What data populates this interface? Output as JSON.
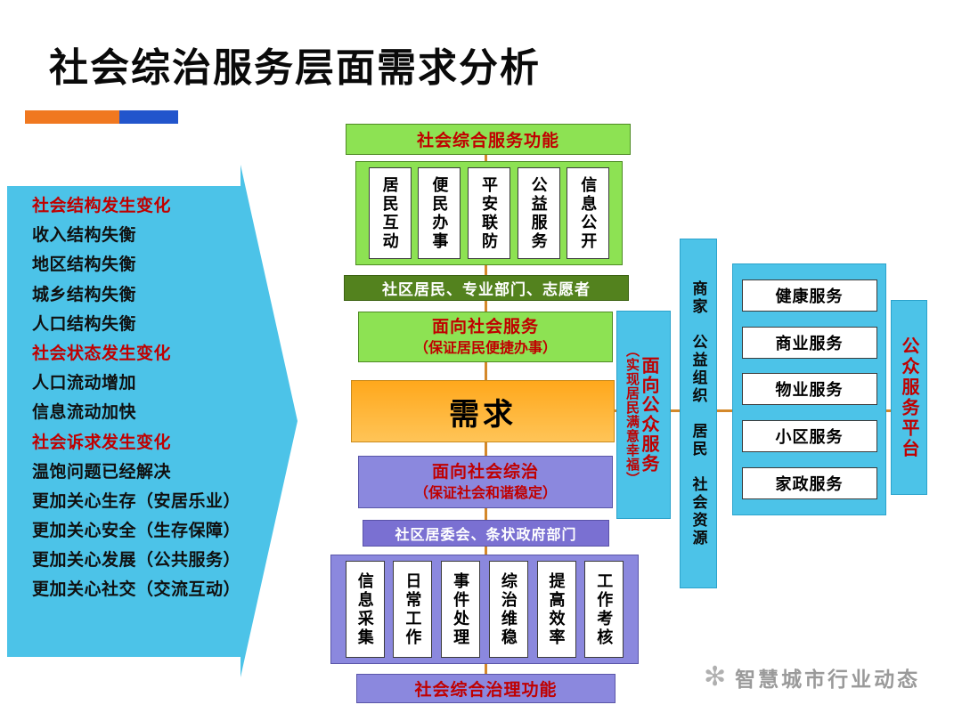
{
  "page": {
    "title": "社会综治服务层面需求分析",
    "watermark": "智慧城市行业动态"
  },
  "colors": {
    "cyan": "#4CC3E8",
    "green": "#8DE253",
    "olive_green": "#53821E",
    "orange": "#FFB02A",
    "purple": "#8B88DE",
    "purple_dark": "#7A70D2",
    "accent_red": "#C00000",
    "connector_line": "#D4882A",
    "accent_bar_orange": "#F07820",
    "accent_bar_blue": "#2255CC"
  },
  "left_panel": {
    "items": [
      {
        "text": "社会结构发生变化",
        "emphasis": true
      },
      {
        "text": "收入结构失衡",
        "emphasis": false
      },
      {
        "text": "地区结构失衡",
        "emphasis": false
      },
      {
        "text": "城乡结构失衡",
        "emphasis": false
      },
      {
        "text": "人口结构失衡",
        "emphasis": false
      },
      {
        "text": "社会状态发生变化",
        "emphasis": true
      },
      {
        "text": "人口流动增加",
        "emphasis": false
      },
      {
        "text": "信息流动加快",
        "emphasis": false
      },
      {
        "text": "社会诉求发生变化",
        "emphasis": true
      },
      {
        "text": "温饱问题已经解决",
        "emphasis": false
      },
      {
        "text": "更加关心生存（安居乐业）",
        "emphasis": false
      },
      {
        "text": "更加关心安全（生存保障）",
        "emphasis": false
      },
      {
        "text": "更加关心发展（公共服务）",
        "emphasis": false
      },
      {
        "text": "更加关心社交（交流互动）",
        "emphasis": false
      }
    ]
  },
  "center": {
    "top_header": "社会综合服务功能",
    "top_columns": [
      "居民互动",
      "便民办事",
      "平安联防",
      "公益服务",
      "信息公开"
    ],
    "top_roles": "社区居民、专业部门、志愿者",
    "service_title": "面向社会服务",
    "service_sub": "（保证居民便捷办事）",
    "demand": "需求",
    "governance_title": "面向社会综治",
    "governance_sub": "（保证社会和谐稳定）",
    "governance_roles": "社区居委会、条状政府部门",
    "bottom_columns": [
      "信息采集",
      "日常工作",
      "事件处理",
      "综治维稳",
      "提高效率",
      "工作考核"
    ],
    "bottom_header": "社会综合治理功能"
  },
  "right": {
    "public_service_title": "面向公众服务",
    "public_service_sub": "（实现居民满意幸福）",
    "providers": "商家　公益组织　居民　社会资源",
    "services": [
      "健康服务",
      "商业服务",
      "物业服务",
      "小区服务",
      "家政服务"
    ],
    "platform": "公众服务平台"
  }
}
